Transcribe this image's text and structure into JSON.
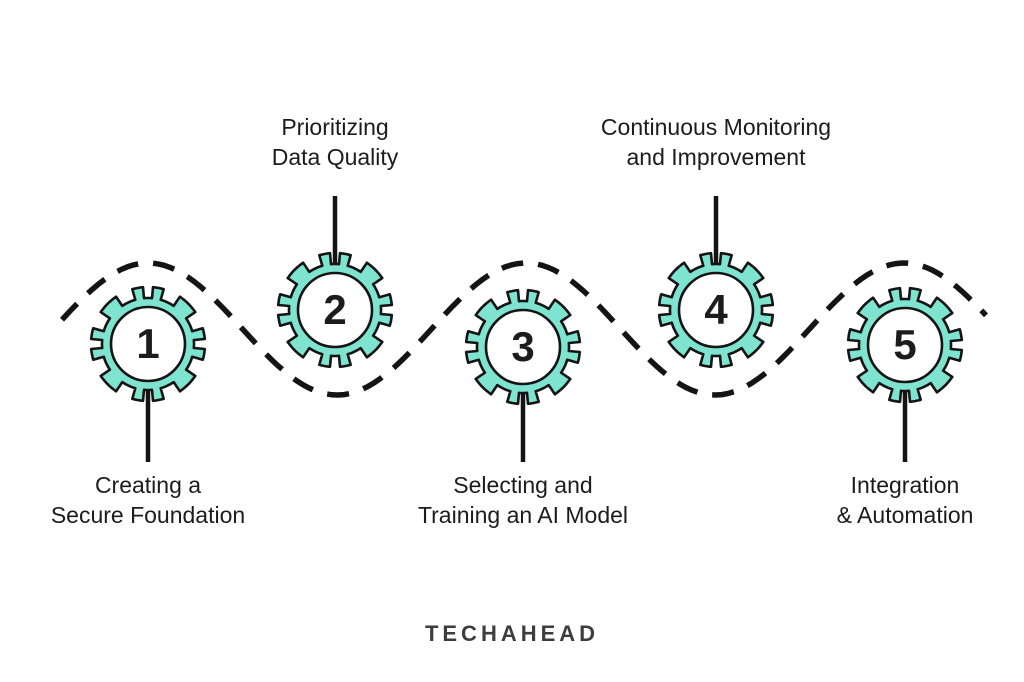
{
  "diagram": {
    "background_color": "#ffffff",
    "gear_fill_color": "#7EE4CF",
    "outline_color": "#141414",
    "text_color": "#1c1c1c",
    "logo_color": "#3d3d3d",
    "steps": [
      {
        "number": "1",
        "label": "Creating a\nSecure Foundation",
        "label_position": "below"
      },
      {
        "number": "2",
        "label": "Prioritizing\nData Quality",
        "label_position": "above"
      },
      {
        "number": "3",
        "label": "Selecting and\nTraining an AI Model",
        "label_position": "below"
      },
      {
        "number": "4",
        "label": "Continuous Monitoring\nand Improvement",
        "label_position": "above"
      },
      {
        "number": "5",
        "label": "Integration\n& Automation",
        "label_position": "below"
      }
    ],
    "footer_logo": "TECHAHEAD"
  }
}
